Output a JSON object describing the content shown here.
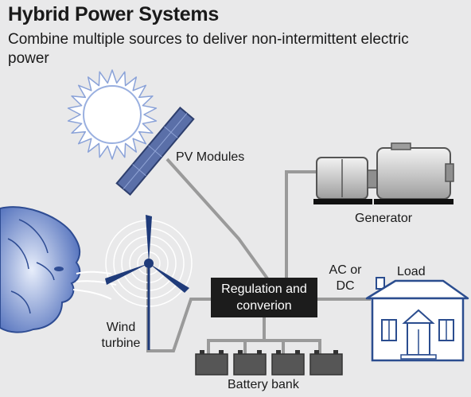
{
  "header": {
    "title": "Hybrid Power Systems",
    "subtitle": "Combine multiple sources to deliver non-intermittent electric power"
  },
  "labels": {
    "pv_modules": "PV Modules",
    "generator": "Generator",
    "ac_or": "AC or",
    "dc": "DC",
    "load": "Load",
    "regulation_line1": "Regulation and",
    "regulation_line2": "converion",
    "wind": "Wind",
    "turbine": "turbine",
    "battery_bank": "Battery bank"
  },
  "colors": {
    "line": "#9a9a9a",
    "sun": "#ffffff",
    "panel": "#5a6fa8",
    "turbine": "#1f3b7a",
    "house": "#ffffff",
    "house_outline": "#2b4d8f",
    "box": "#1c1c1c",
    "battery": "#565656",
    "generator": "#cfcfcf"
  }
}
